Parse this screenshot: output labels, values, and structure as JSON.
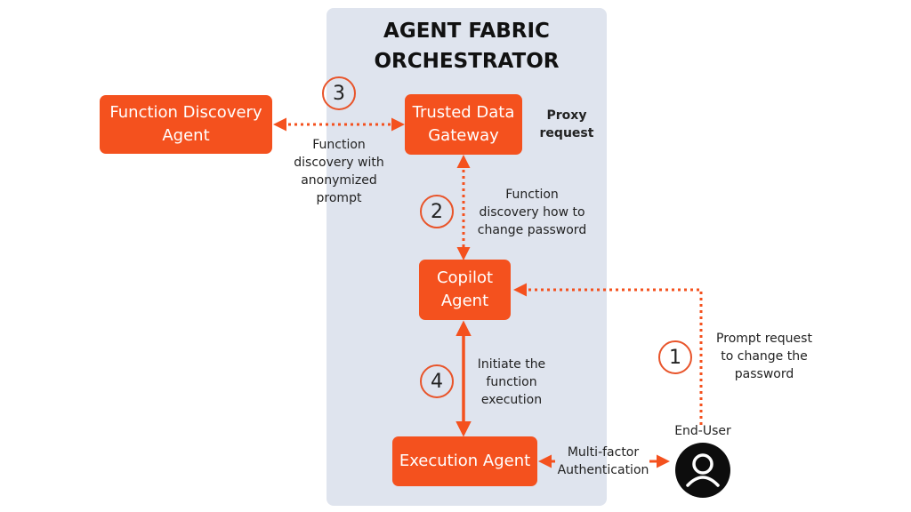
{
  "title": "AGENT FABRIC\nORCHESTRATOR",
  "boxes": {
    "function_discovery": "Function Discovery\nAgent",
    "trusted_gateway": "Trusted Data\nGateway",
    "copilot": "Copilot\nAgent",
    "execution": "Execution Agent"
  },
  "labels": {
    "proxy": "Proxy\nrequest",
    "step3": "Function\ndiscovery with\nanonymized\nprompt",
    "step2": "Function\ndiscovery how to\nchange password",
    "step4": "Initiate the\nfunction\nexecution",
    "step1": "Prompt request\nto change the\npassword",
    "mfa": "Multi-factor\nAuthentication",
    "end_user": "End-User"
  },
  "steps": {
    "s1": "1",
    "s2": "2",
    "s3": "3",
    "s4": "4"
  },
  "colors": {
    "accent": "#f4511e",
    "panel": "#dfe4ee"
  },
  "icons": {
    "user": "user-avatar-icon"
  }
}
